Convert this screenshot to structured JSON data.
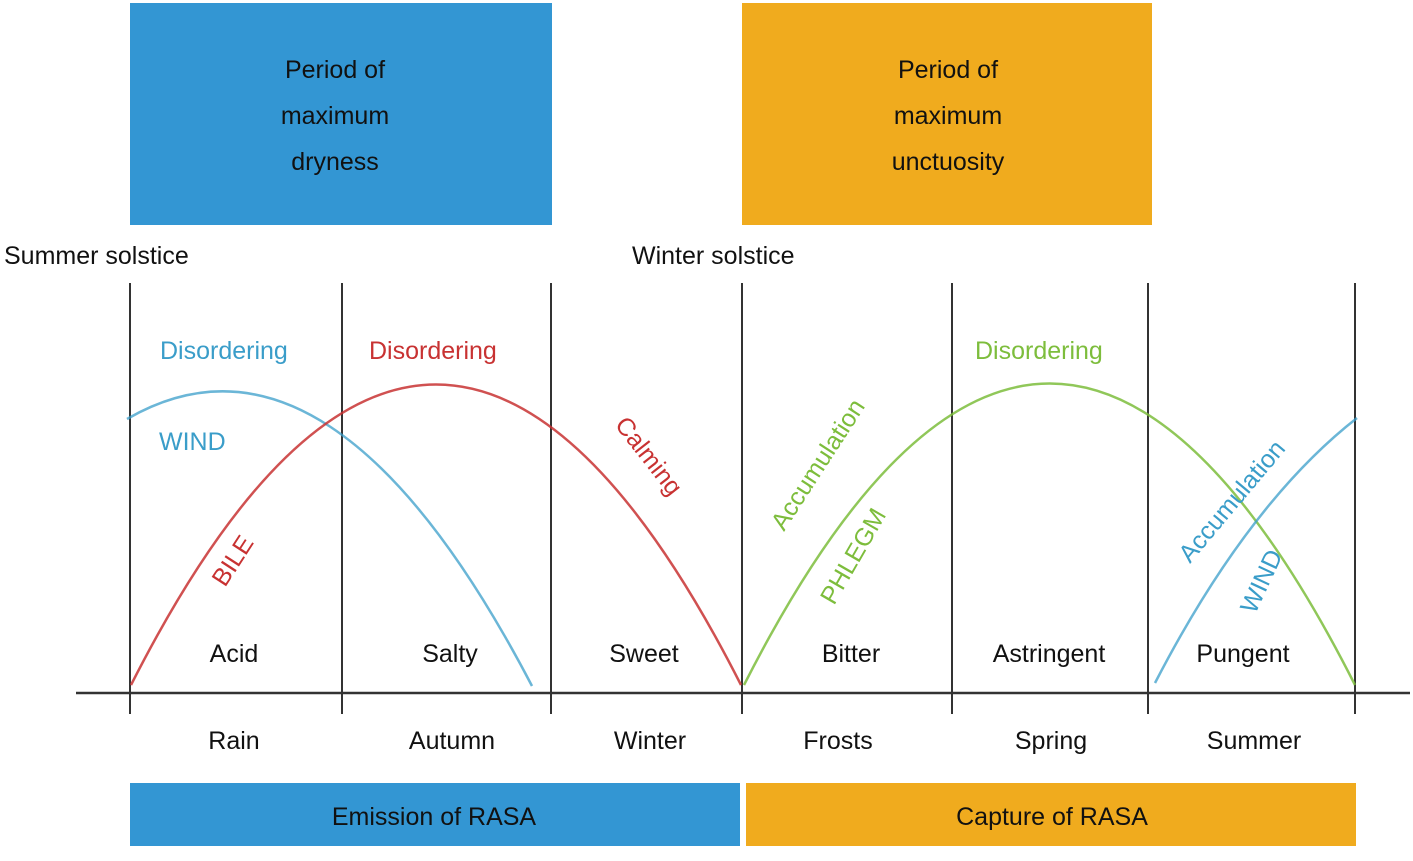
{
  "colors": {
    "blue_box": "#3396d3",
    "orange_box": "#f0ab1e",
    "wind": "#3a9dc9",
    "bile": "#c83232",
    "phlegm": "#7dbd3c",
    "axis": "#333333",
    "text": "#111111"
  },
  "top_boxes": {
    "dryness": [
      "Period of",
      "maximum",
      "dryness"
    ],
    "unctuosity": [
      "Period of",
      "maximum",
      "unctuosity"
    ]
  },
  "solstices": {
    "summer": "Summer solstice",
    "winter": "Winter solstice"
  },
  "tastes": [
    "Acid",
    "Salty",
    "Sweet",
    "Bitter",
    "Astringent",
    "Pungent"
  ],
  "seasons": [
    "Rain",
    "Autumn",
    "Winter",
    "Frosts",
    "Spring",
    "Summer"
  ],
  "curve_labels": {
    "wind_disordering": "Disordering",
    "wind_name": "WIND",
    "bile_disordering": "Disordering",
    "bile_calming": "Calming",
    "bile_name": "BILE",
    "phlegm_accumulation": "Accumulation",
    "phlegm_name": "PHLEGM",
    "phlegm_disordering": "Disordering",
    "wind_accumulation": "Accumulation",
    "wind_name_2": "WIND"
  },
  "bottom_bars": {
    "emission": "Emission of RASA",
    "capture": "Capture of RASA"
  }
}
